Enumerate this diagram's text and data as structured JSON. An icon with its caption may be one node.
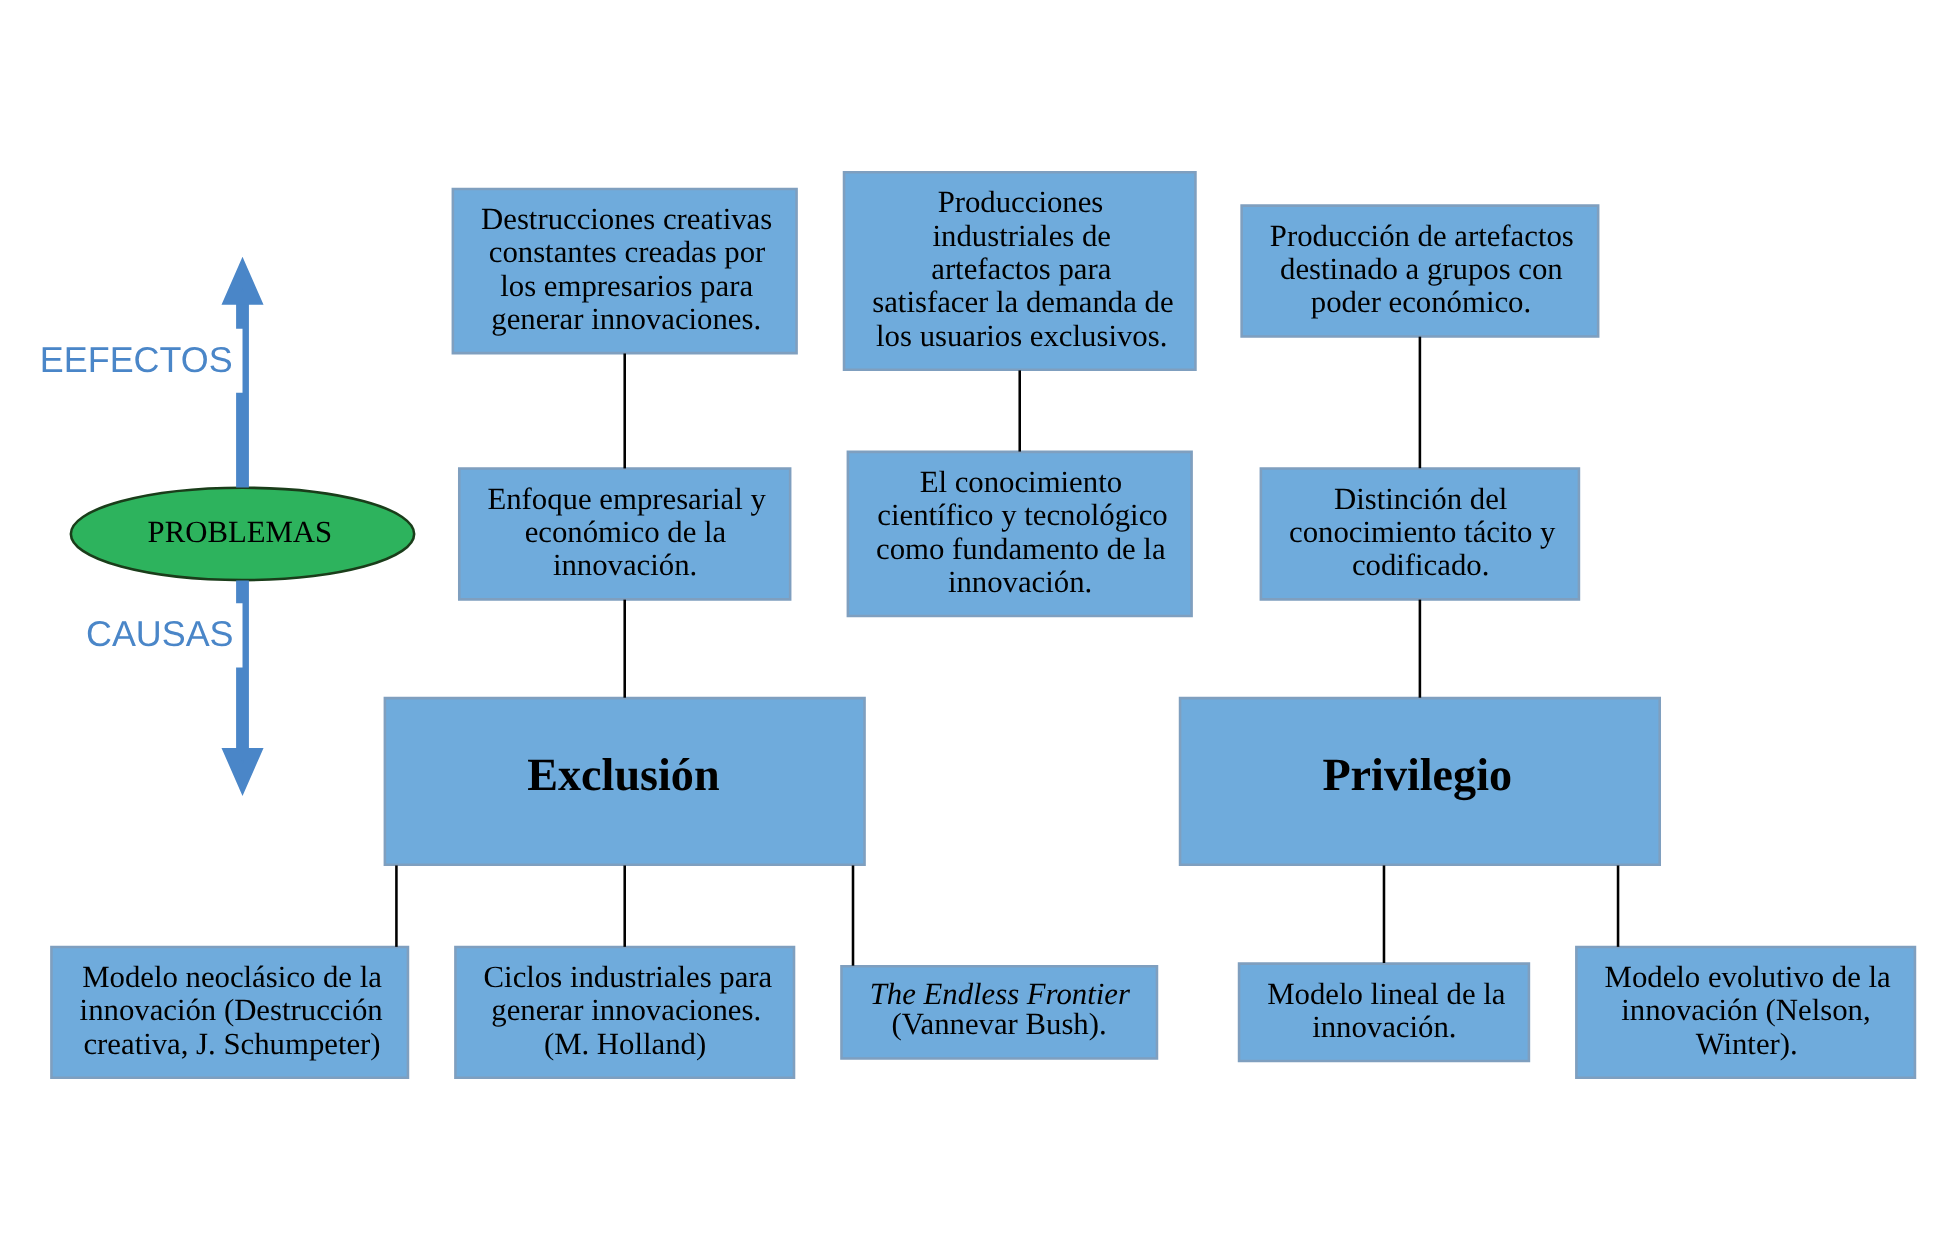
{
  "diagram": {
    "nodes": [
      {
        "text": [
          "PROBLEMAS"
        ]
      },
      {
        "text": [
          "Destrucciones creativas constantes creadas por los empresarios para generar innovaciones."
        ]
      },
      {
        "text": [
          "Producciones industriales de artefactos para satisfacer la demanda de los usuarios exclusivos."
        ]
      },
      {
        "text": [
          "Producción de artefactos destinado a grupos con poder económico."
        ]
      },
      {
        "text": [
          "Enfoque empresarial y económico de la innovación."
        ]
      },
      {
        "text": [
          "El conocimiento científico y tecnológico como fundamento de la innovación."
        ]
      },
      {
        "text": [
          "Distinción del conocimiento tácito y codificado."
        ]
      },
      {
        "text": [
          "Exclusión"
        ]
      },
      {
        "text": [
          "Privilegio"
        ]
      },
      {
        "text": [
          "Modelo neoclásico de la innovación (Destrucción creativa, J. Schumpeter)"
        ]
      },
      {
        "text": [
          "Ciclos industriales para generar innovaciones. (M. Holland)"
        ]
      },
      {
        "text": [
          "*The Endless Frontier* (Vannevar Bush)."
        ]
      },
      {
        "text": [
          "Modelo lineal de la innovación."
        ]
      },
      {
        "text": [
          "Modelo evolutivo de la innovación (Nelson, Winter)."
        ]
      }
    ],
    "edges": [
      {
        "from": 0,
        "to": null,
        "arrow": "to",
        "label": "EEFECTOS",
        "style": "thick",
        "color": "#4a86c8"
      },
      {
        "from": 0,
        "to": null,
        "arrow": "to",
        "label": "CAUSAS",
        "style": "thick",
        "color": "#4a86c8"
      },
      {
        "from": 1,
        "to": 4,
        "arrow": "none"
      },
      {
        "from": 2,
        "to": 5,
        "arrow": "none"
      },
      {
        "from": 3,
        "to": 6,
        "arrow": "none"
      },
      {
        "from": 4,
        "to": 7,
        "arrow": "none"
      },
      {
        "from": 6,
        "to": 8,
        "arrow": "none"
      },
      {
        "from": 7,
        "to": 9,
        "arrow": "none"
      },
      {
        "from": 7,
        "to": 10,
        "arrow": "none"
      },
      {
        "from": 7,
        "to": 11,
        "arrow": "none"
      },
      {
        "from": 8,
        "to": 12,
        "arrow": "none"
      },
      {
        "from": 8,
        "to": 13,
        "arrow": "none"
      }
    ]
  }
}
